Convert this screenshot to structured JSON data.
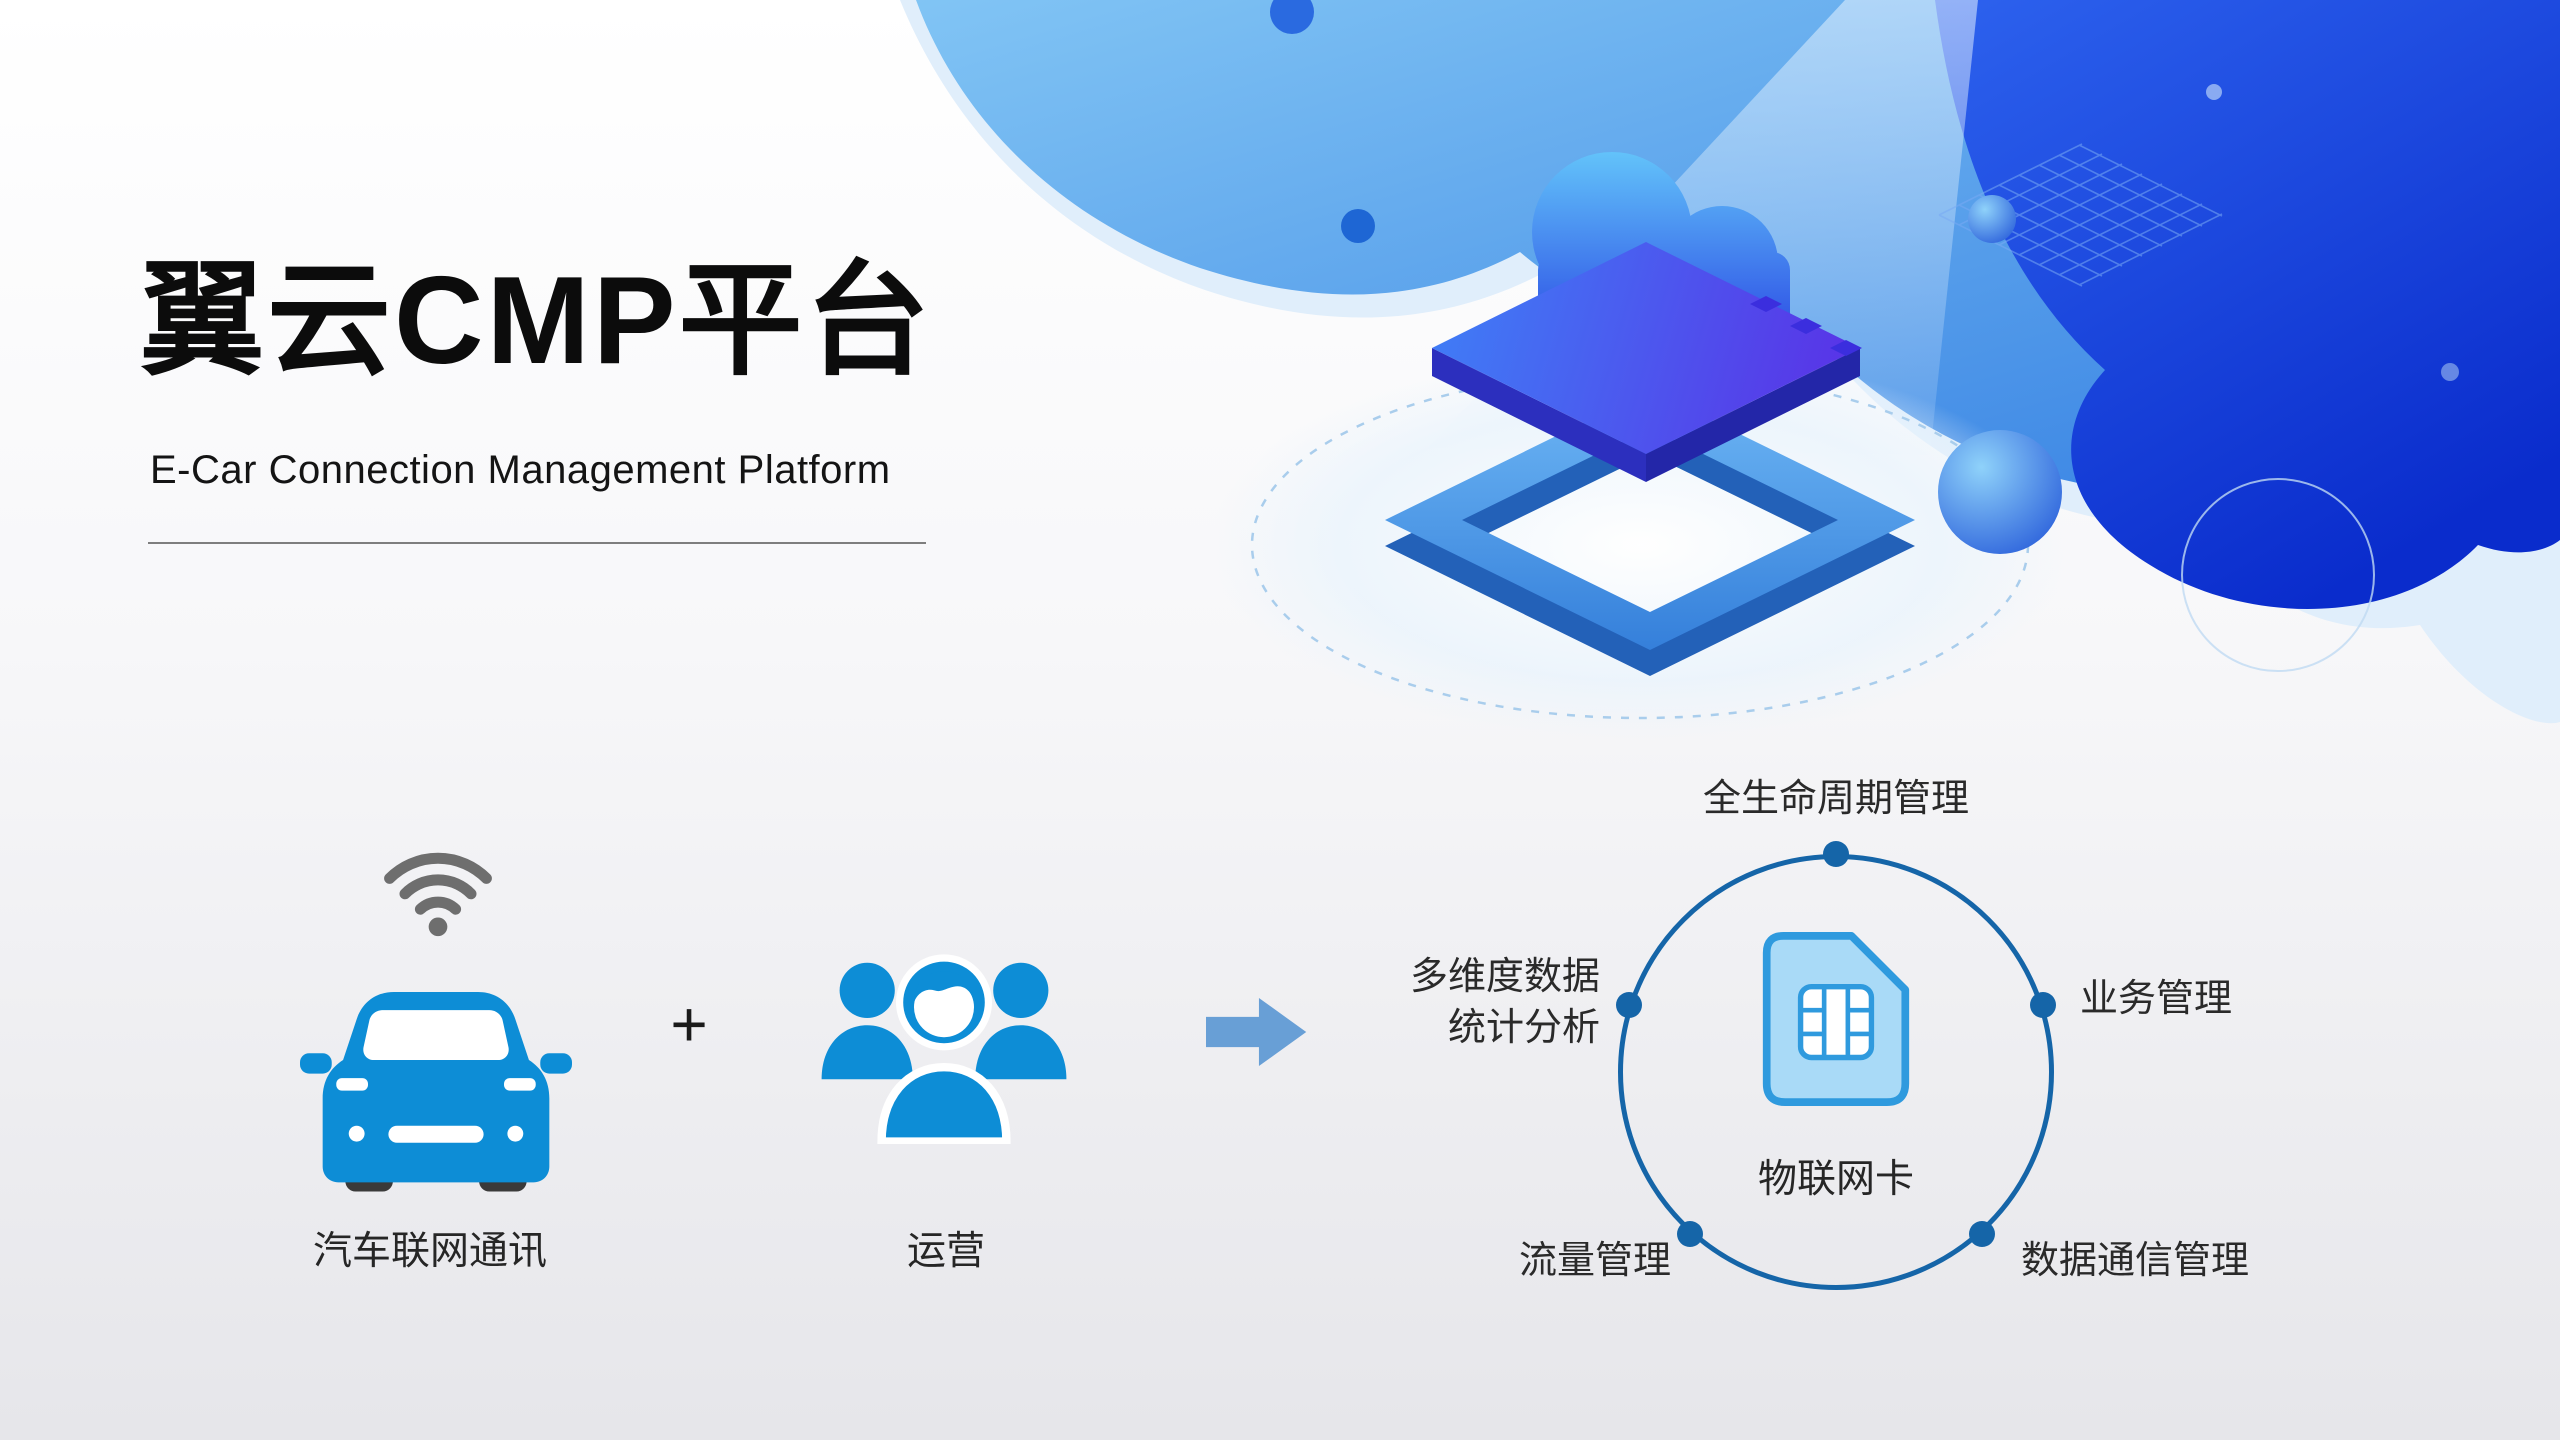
{
  "header": {
    "title": "翼云CMP平台",
    "subtitle": "E-Car Connection Management Platform"
  },
  "formula": {
    "car_label": "汽车联网通讯",
    "plus_sign": "+",
    "people_label": "运营"
  },
  "diagram": {
    "center_label": "物联网卡",
    "nodes": [
      {
        "id": "lifecycle",
        "position": "top",
        "label": "全生命周期管理"
      },
      {
        "id": "multi-dimension-analysis",
        "position": "left",
        "label": "多维度数据\n统计分析"
      },
      {
        "id": "business",
        "position": "right",
        "label": "业务管理"
      },
      {
        "id": "traffic",
        "position": "bottom-left",
        "label": "流量管理"
      },
      {
        "id": "data-communication",
        "position": "bottom-right",
        "label": "数据通信管理"
      }
    ]
  },
  "icons": {
    "wifi": "wifi-signal",
    "car": "car-front-view",
    "people": "operations-team",
    "arrow": "arrow-right",
    "sim": "sim-card",
    "cloud": "cloud",
    "platform": "isometric-platform-stack"
  },
  "colors": {
    "accent_blue": "#0d8dd6",
    "arrow_blue": "#689fd6",
    "ring_blue": "#1565a8",
    "sim_fill": "#a9daf7",
    "sim_stroke": "#2f9ade",
    "wifi_gray": "#6e6e6e",
    "text_dark": "#262626",
    "deco_light_blue": "#7ec3f4",
    "deco_royal_blue": "#0a2ccc"
  }
}
